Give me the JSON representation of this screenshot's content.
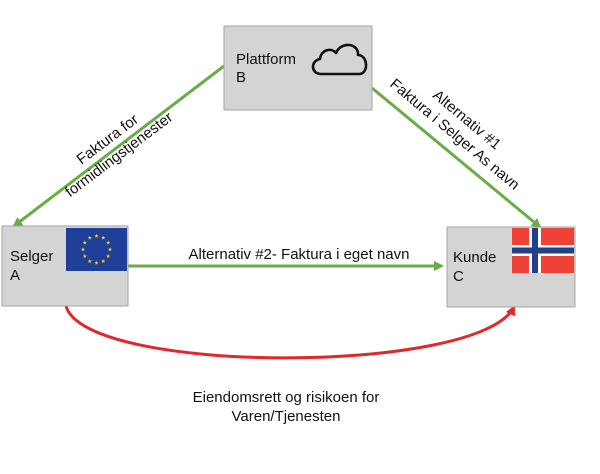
{
  "colors": {
    "box_fill": "#d4d4d4",
    "box_stroke": "#a6a6a6",
    "green_arrow": "#6aac46",
    "red_arrow": "#e0272b",
    "eu_blue": "#1f3f98",
    "eu_star": "#f4d319",
    "no_red": "#ef4135",
    "no_blue": "#213f8f",
    "no_white": "#ffffff"
  },
  "nodes": {
    "platform": {
      "line1": "Plattform",
      "line2": "B",
      "icon": "cloud-icon"
    },
    "seller": {
      "line1": "Selger",
      "line2": "A",
      "icon": "eu-flag-icon"
    },
    "customer": {
      "line1": "Kunde",
      "line2": "C",
      "icon": "norway-flag-icon"
    }
  },
  "edges": {
    "platform_to_seller": {
      "line1": "Faktura for",
      "line2": "formidlingstjenester"
    },
    "platform_to_customer": {
      "line1": "Alternativ #1",
      "line2": "Faktura i Selger As navn"
    },
    "seller_to_customer": {
      "label": "Alternativ #2- Faktura i eget navn"
    },
    "ownership": {
      "line1": "Eiendomsrett og risikoen for",
      "line2": "Varen/Tjenesten"
    }
  }
}
